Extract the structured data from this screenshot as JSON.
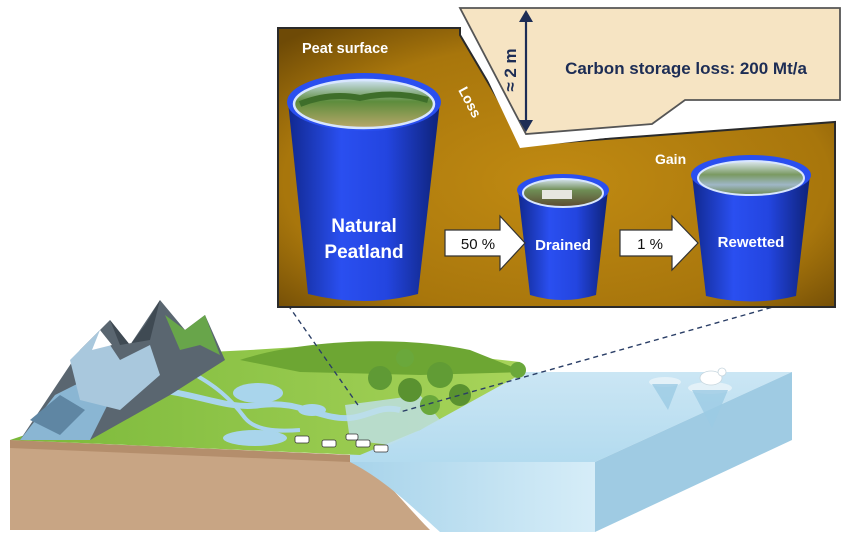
{
  "panel": {
    "peat_surface_label": "Peat surface",
    "loss_label": "Loss",
    "gain_label": "Gain",
    "depth_label": "≈ 2 m",
    "carbon_loss_label": "Carbon storage loss: 200 Mt/a"
  },
  "barrels": {
    "natural_line1": "Natural",
    "natural_line2": "Peatland",
    "drained": "Drained",
    "rewetted": "Rewetted"
  },
  "arrows": {
    "natural_to_drained": "50 %",
    "drained_to_rewetted": "1 %"
  },
  "colors": {
    "panel_bg": "#b07f0e",
    "barrel_blue": "#1f3fd4",
    "loss_box": "#f6e4c3",
    "sea": "#c6e4f2",
    "meadow": "#8cc63f"
  }
}
